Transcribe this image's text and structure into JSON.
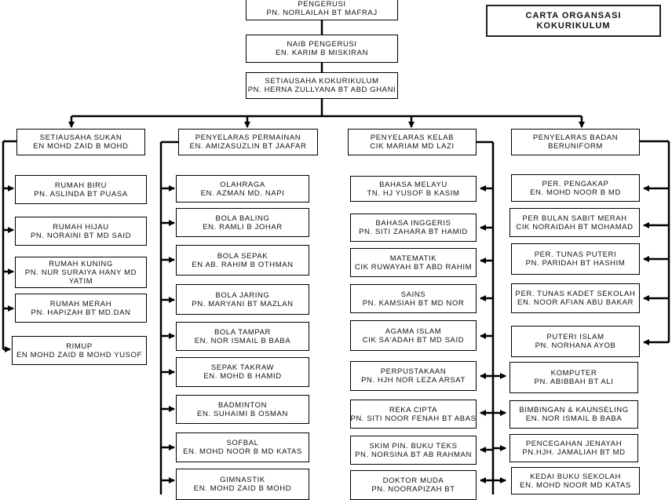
{
  "title": {
    "line1": "CARTA ORGANSASI",
    "line2": "KOKURIKULUM"
  },
  "leadership": {
    "pengerusi": {
      "role": "PENGERUSI",
      "name": "PN. NORLAILAH BT MAFRAJ"
    },
    "naib": {
      "role": "NAIB PENGERUSI",
      "name": "EN. KARIM B MISKIRAN"
    },
    "setiausaha": {
      "role": "SETIAUSAHA KOKURIKULUM",
      "name": "PN. HERNA ZULLYANA BT ABD GHANI"
    }
  },
  "columns": [
    {
      "head": {
        "role": "SETIAUSAHA SUKAN",
        "name": "EN MOHD ZAID B MOHD"
      },
      "items": [
        {
          "role": "RUMAH BIRU",
          "name": "PN. ASLINDA BT PUASA"
        },
        {
          "role": "RUMAH HIJAU",
          "name": "PN. NORAINI BT MD SAID"
        },
        {
          "role": "RUMAH KUNING",
          "name": "PN. NUR SURAIYA HANY MD",
          "name2": "YATIM"
        },
        {
          "role": "RUMAH MERAH",
          "name": "PN. HAPIZAH BT MD.DAN"
        },
        {
          "role": "RIMUP",
          "name": "EN MOHD ZAID B MOHD YUSOF"
        }
      ]
    },
    {
      "head": {
        "role": "PENYELARAS PERMAINAN",
        "name": "EN. AMIZASUZLIN BT JAAFAR"
      },
      "items": [
        {
          "role": "OLAHRAGA",
          "name": "EN. AZMAN MD. NAPI"
        },
        {
          "role": "BOLA BALING",
          "name": "EN. RAMLI B JOHAR"
        },
        {
          "role": "BOLA SEPAK",
          "name": "EN AB. RAHIM B OTHMAN"
        },
        {
          "role": "BOLA JARING",
          "name": "PN. MARYANI BT MAZLAN"
        },
        {
          "role": "BOLA TAMPAR",
          "name": "EN. NOR ISMAIL B BABA"
        },
        {
          "role": "SEPAK TAKRAW",
          "name": "EN. MOHD B HAMID"
        },
        {
          "role": "BADMINTON",
          "name": "EN. SUHAIMI B OSMAN"
        },
        {
          "role": "SOFBAL",
          "name": "EN. MOHD NOOR B MD KATAS"
        },
        {
          "role": "GIMNASTIK",
          "name": "EN. MOHD ZAID B MOHD"
        }
      ]
    },
    {
      "head": {
        "role": "PENYELARAS KELAB",
        "name": "CIK MARIAM MD LAZI"
      },
      "items": [
        {
          "role": "BAHASA MELAYU",
          "name": "TN. HJ YUSOF B KASIM"
        },
        {
          "role": "BAHASA INGGERIS",
          "name": "PN. SITI ZAHARA BT HAMID"
        },
        {
          "role": "MATEMATIK",
          "name": "CIK RUWAYAH BT ABD RAHIM"
        },
        {
          "role": "SAINS",
          "name": "PN. KAMSIAH BT MD NOR"
        },
        {
          "role": "AGAMA ISLAM",
          "name": "CIK SA'ADAH BT MD SAID"
        },
        {
          "role": "PERPUSTAKAAN",
          "name": "PN. HJH NOR LEZA ARSAT"
        },
        {
          "role": "REKA CIPTA",
          "name": "PN. SITI NOOR FENAH BT ABAS"
        },
        {
          "role": "SKIM PIN. BUKU TEKS",
          "name": "PN. NORSINA BT AB RAHMAN"
        },
        {
          "role": "DOKTOR MUDA",
          "name": "PN. NOORAPIZAH BT"
        }
      ]
    },
    {
      "head": {
        "role": "PENYELARAS BADAN",
        "name": "BERUNIFORM"
      },
      "items": [
        {
          "role": "PER. PENGAKAP",
          "name": "EN. MOHD NOOR B MD"
        },
        {
          "role": "PER BULAN SABIT MERAH",
          "name": "CIK NORAIDAH BT MOHAMAD"
        },
        {
          "role": "PER. TUNAS PUTERI",
          "name": "PN. PARIDAH BT HASHIM"
        },
        {
          "role": "PER. TUNAS KADET SEKOLAH",
          "name": "EN. NOOR AFIAN ABU BAKAR"
        },
        {
          "role": "PUTERI ISLAM",
          "name": "PN. NORHANA AYOB"
        },
        {
          "role": "KOMPUTER",
          "name": "PN. ABIBBAH BT ALI"
        },
        {
          "role": "BIMBINGAN & KAUNSELING",
          "name": "EN. NOR ISMAIL B BABA"
        },
        {
          "role": "PENCEGAHAN  JENAYAH",
          "name": "PN.HJH. JAMALIAH BT MD"
        },
        {
          "role": "KEDAI BUKU SEKOLAH",
          "name": "EN. MOHD NOOR MD KATAS"
        }
      ]
    }
  ]
}
